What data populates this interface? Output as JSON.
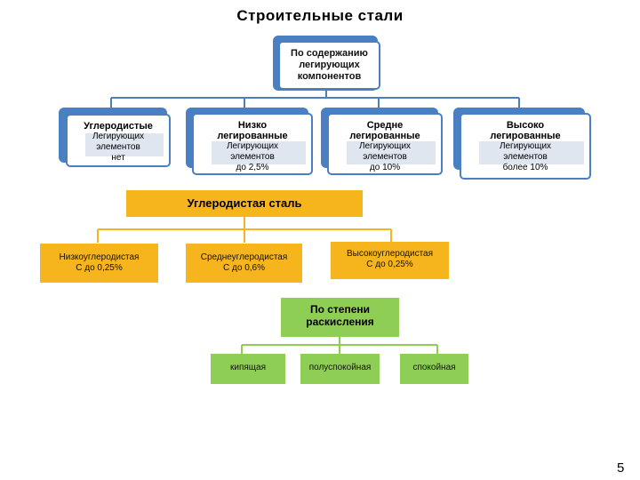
{
  "title": "Строительные стали",
  "root": {
    "label_lines": [
      "По содержанию",
      "легирующих",
      "компонентов"
    ]
  },
  "categories": [
    {
      "heading": [
        "Углеродистые"
      ],
      "body": [
        "Легирующих",
        "элементов",
        "нет"
      ]
    },
    {
      "heading": [
        "Низко",
        "легированные"
      ],
      "body": [
        "Легирующих",
        "элементов",
        "до 2,5%"
      ]
    },
    {
      "heading": [
        "Средне",
        "легированные"
      ],
      "body": [
        "Легирующих",
        "элементов",
        "до 10%"
      ]
    },
    {
      "heading": [
        "Высоко",
        "легированные"
      ],
      "body": [
        "Легирующих",
        "элементов",
        "более 10%"
      ]
    }
  ],
  "carbon_steel": {
    "title": "Углеродистая  сталь",
    "types": [
      {
        "line1": "Низкоуглеродистая",
        "line2": "С до 0,25%"
      },
      {
        "line1": "Среднеуглеродистая",
        "line2": "С до 0,6%"
      },
      {
        "line1": "Высокоуглеродистая",
        "line2": "С до 0,25%"
      }
    ]
  },
  "deoxidation": {
    "title_lines": [
      "По степени",
      "раскисления"
    ],
    "types": [
      "кипящая",
      "полуспокойная",
      "спокойная"
    ]
  },
  "page_number": "5",
  "colors": {
    "blue": "#4a7fc1",
    "yellow": "#f7b51d",
    "green": "#8fce55"
  }
}
